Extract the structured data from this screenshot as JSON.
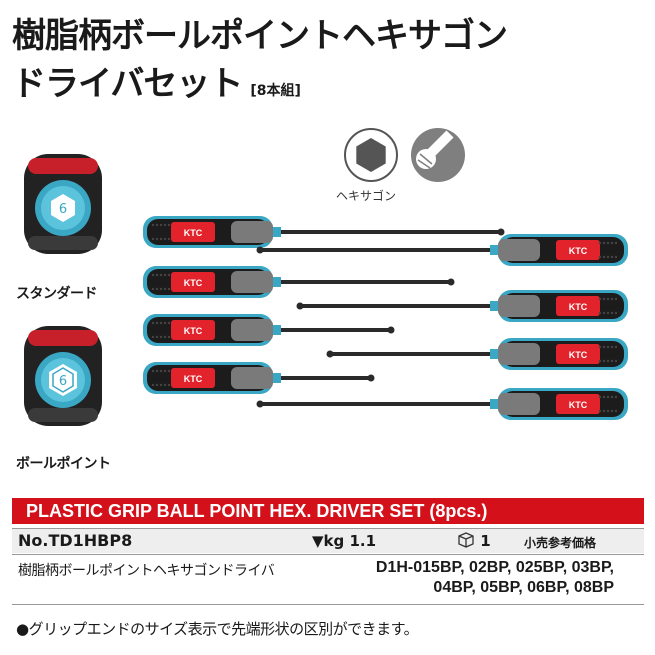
{
  "title": {
    "line1": "樹脂柄ボールポイントヘキサゴン",
    "line2": "ドライバセット",
    "set_count": "[8本組]"
  },
  "tip_icons": {
    "label": "ヘキサゴン",
    "icons": [
      "hexagon-tip-icon",
      "ball-point-tip-icon"
    ]
  },
  "grip_samples": [
    {
      "caption": "スタンダード",
      "size_mark": "6"
    },
    {
      "caption": "ボールポイント",
      "size_mark": "6"
    }
  ],
  "drivers": {
    "brand_label": "KTC",
    "colors": {
      "grip": "#e3232b",
      "trim": "#3aa7c4",
      "body": "#7a7a7a",
      "rubber": "#1c1c1c",
      "shaft": "#2a2a2a"
    }
  },
  "banner": {
    "text": "PLASTIC GRIP BALL POINT HEX. DRIVER SET (8pcs.)",
    "color": "#d4111b"
  },
  "model": {
    "number": "No.TD1HBP8",
    "weight_label": "▼kg 1.1",
    "qty_label": "1",
    "price_label": "小売参考価格"
  },
  "spec": {
    "name": "樹脂柄ボールポイントヘキサゴンドライバ",
    "codes_line1": "D1H-015BP, 02BP, 025BP, 03BP,",
    "codes_line2": "04BP, 05BP, 06BP, 08BP"
  },
  "note": "●グリップエンドのサイズ表示で先端形状の区別ができます。"
}
